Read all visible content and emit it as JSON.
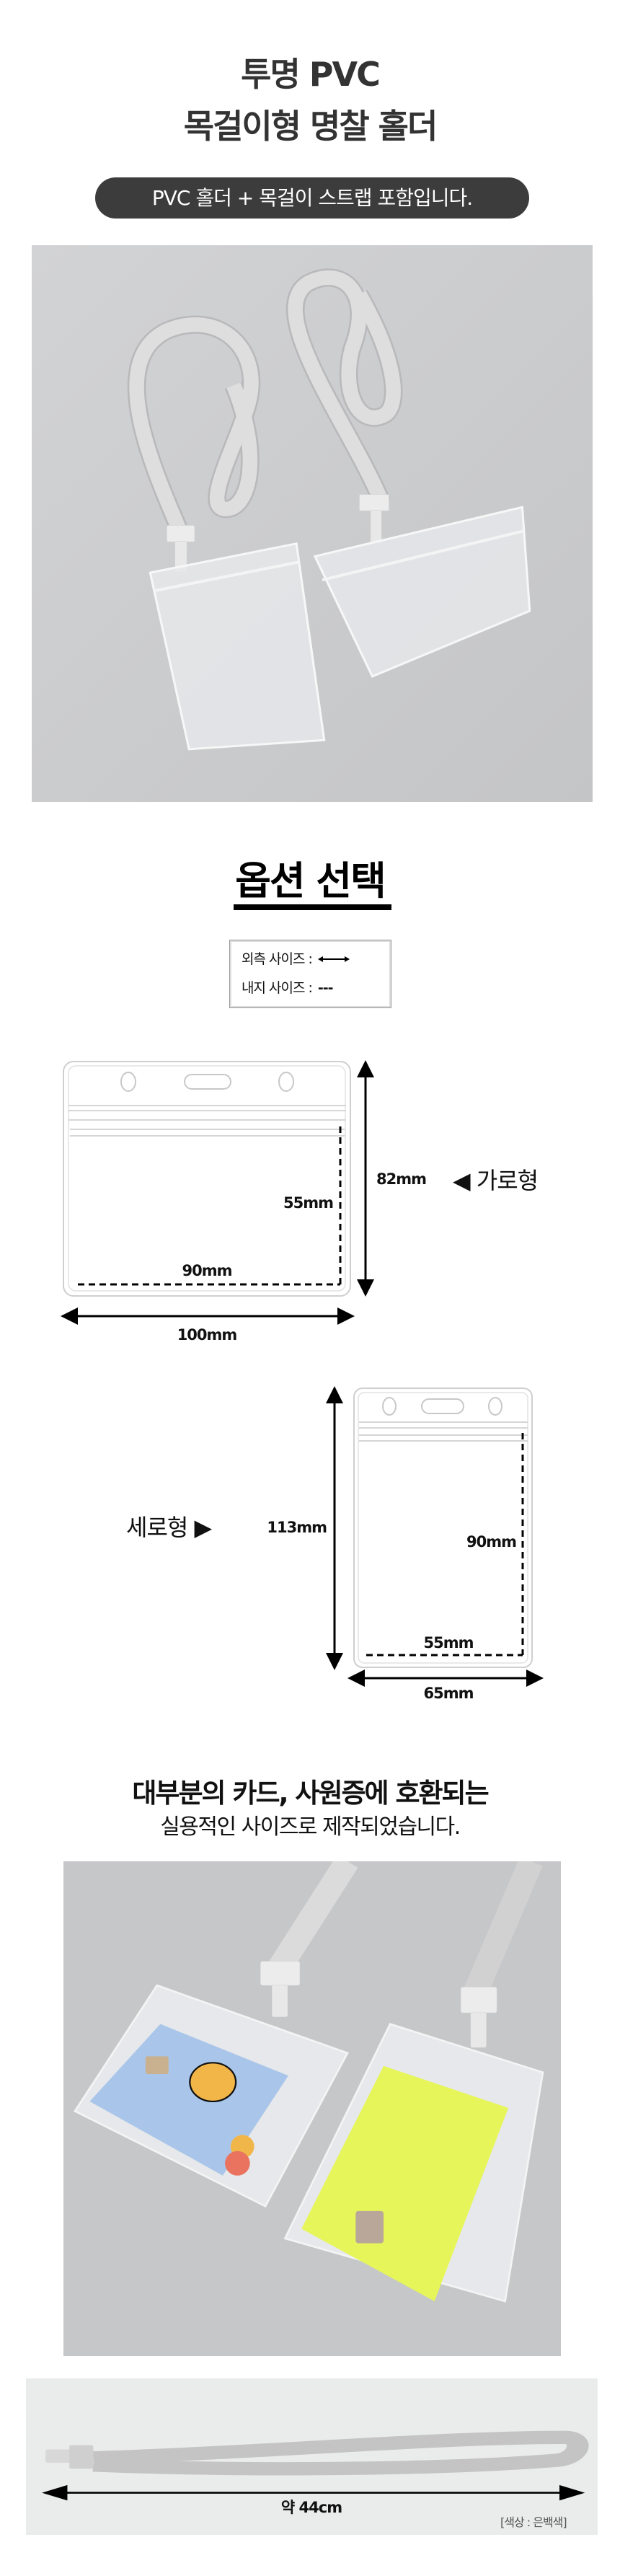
{
  "header": {
    "title_line1": "투명 PVC",
    "title_line2": "목걸이형 명찰 홀더",
    "badge": "PVC 홀더 + 목걸이 스트랩 포함입니다."
  },
  "options": {
    "title": "옵션 선택",
    "legend": {
      "outer_label": "외측 사이즈 :",
      "inner_label": "내지 사이즈 :",
      "inner_symbol": "---"
    },
    "horizontal": {
      "type_label": "◀ 가로형",
      "outer_width": "100mm",
      "outer_height": "82mm",
      "inner_width": "90mm",
      "inner_height": "55mm"
    },
    "vertical": {
      "type_label": "세로형 ▶",
      "outer_width": "65mm",
      "outer_height": "113mm",
      "inner_width": "55mm",
      "inner_height": "90mm"
    }
  },
  "compat": {
    "line1": "대부분의 카드, 사원증에 호환되는",
    "line2": "실용적인 사이즈로 제작되었습니다."
  },
  "strap": {
    "length": "약 44cm",
    "color_note": "[색상 : 은백색]"
  },
  "colors": {
    "badge_bg": "#3c3c3c",
    "photo_bg": "#c9cacc",
    "strap": "#d9d9d9"
  }
}
